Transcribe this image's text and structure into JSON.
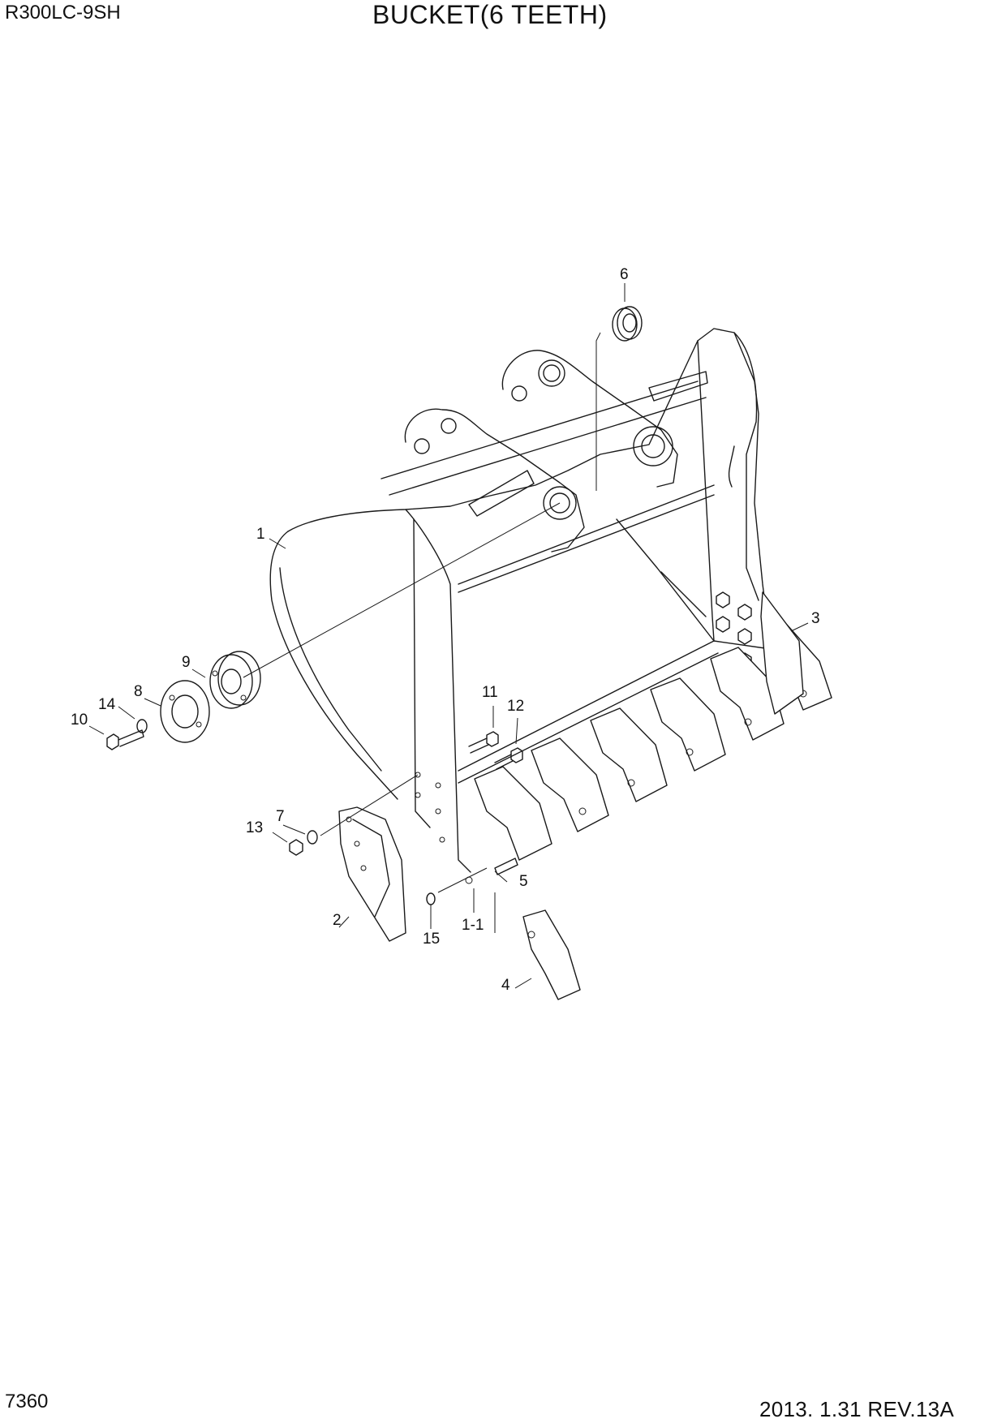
{
  "header": {
    "model": "R300LC-9SH",
    "title": "BUCKET(6 TEETH)"
  },
  "footer": {
    "page_number": "7360",
    "revision": "2013. 1.31  REV.13A"
  },
  "callouts": {
    "c1": "1",
    "c1_1": "1-1",
    "c2": "2",
    "c3": "3",
    "c4": "4",
    "c5": "5",
    "c6": "6",
    "c7": "7",
    "c8": "8",
    "c9": "9",
    "c10": "10",
    "c11": "11",
    "c12": "12",
    "c13": "13",
    "c14": "14",
    "c15": "15"
  }
}
